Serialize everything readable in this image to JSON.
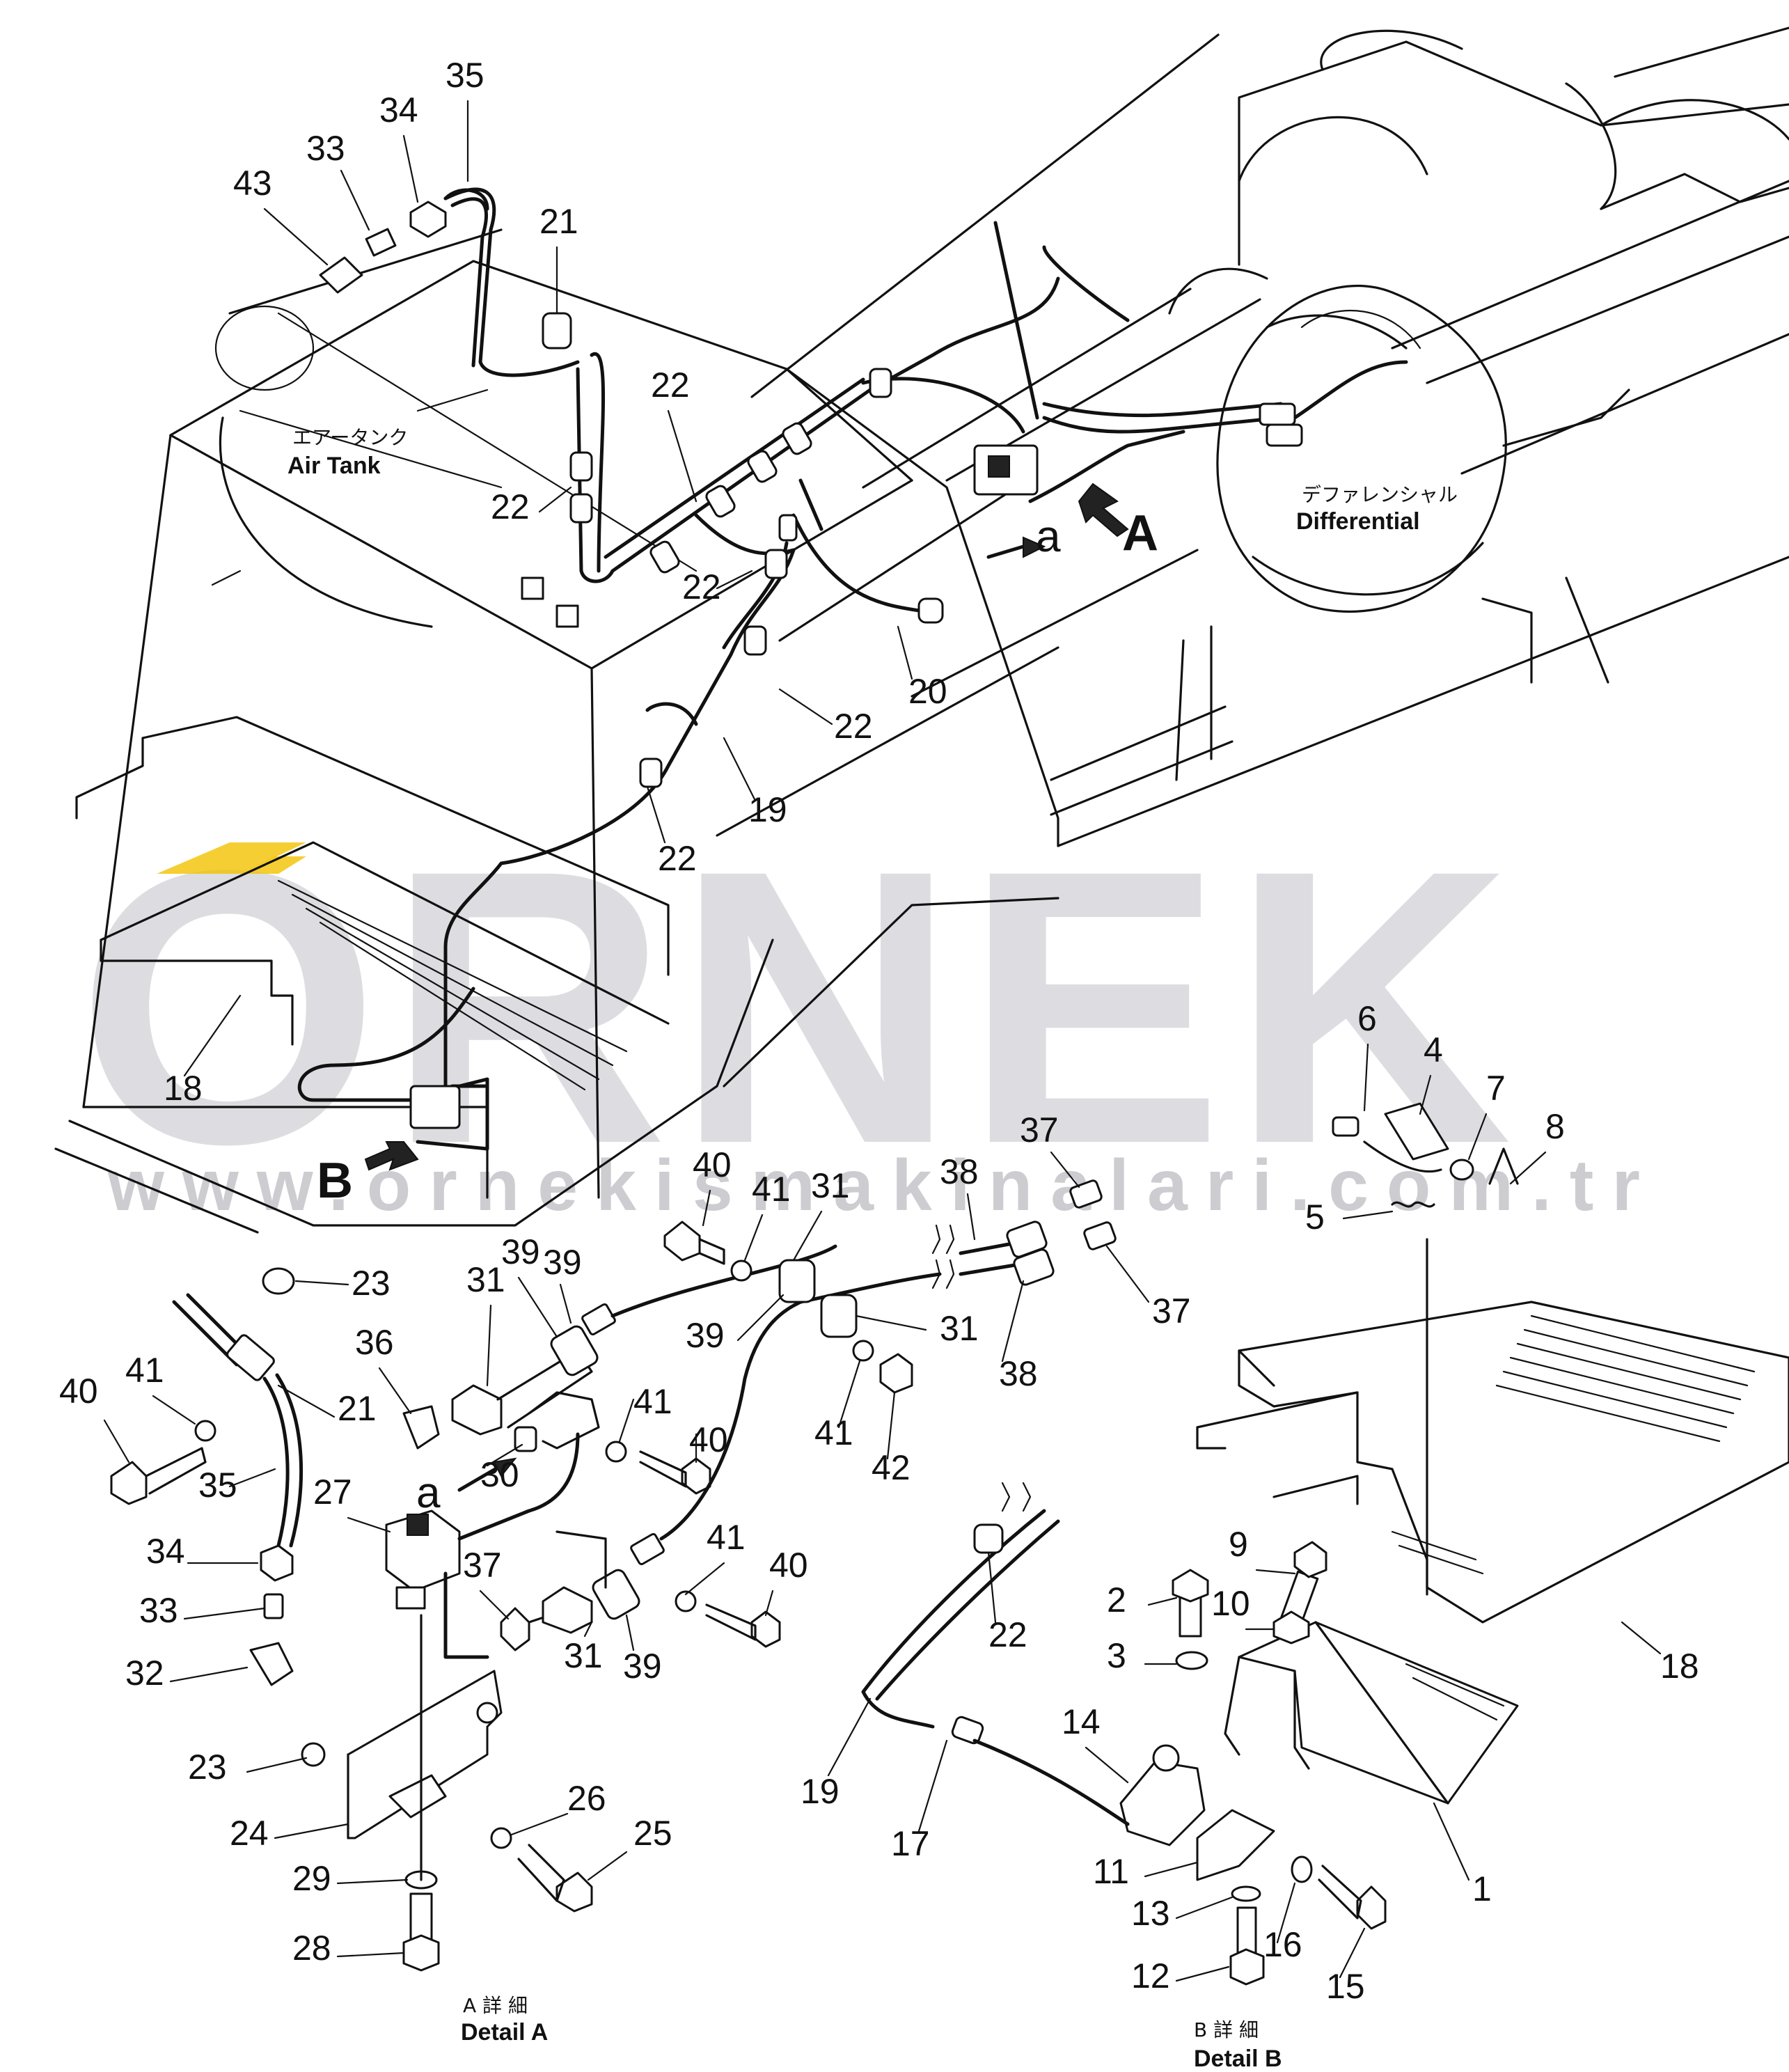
{
  "watermark": {
    "brand": "ORNEK",
    "url": "www.ornekismakinalari.com.tr",
    "accent_color": "#f2c200",
    "gray_color": "#c9c9cf"
  },
  "labels": {
    "air_tank_jp": "エアータンク",
    "air_tank_en": "Air Tank",
    "differential_jp": "デファレンシャル",
    "differential_en": "Differential",
    "detail_a_jp": "A 詳 細",
    "detail_a_en": "Detail A",
    "detail_b_jp": "B 詳 細",
    "detail_b_en": "Detail B"
  },
  "view_markers": {
    "a_arrow": "a",
    "A_arrow": "A",
    "B_arrow": "B",
    "a_detail": "a"
  },
  "callouts": [
    "35",
    "34",
    "33",
    "43",
    "21",
    "22",
    "22",
    "22",
    "22",
    "22",
    "22",
    "22",
    "20",
    "19",
    "18",
    "6",
    "4",
    "7",
    "8",
    "5",
    "37",
    "38",
    "40",
    "41",
    "31",
    "39",
    "23",
    "36",
    "21",
    "40",
    "41",
    "35",
    "34",
    "33",
    "32",
    "27",
    "30",
    "31",
    "39",
    "41",
    "40",
    "38",
    "31",
    "39",
    "41",
    "42",
    "37",
    "41",
    "40",
    "37",
    "31",
    "39",
    "23",
    "24",
    "26",
    "25",
    "29",
    "28",
    "22",
    "9",
    "2",
    "10",
    "3",
    "18",
    "14",
    "19",
    "17",
    "11",
    "13",
    "12",
    "16",
    "15",
    "1"
  ]
}
